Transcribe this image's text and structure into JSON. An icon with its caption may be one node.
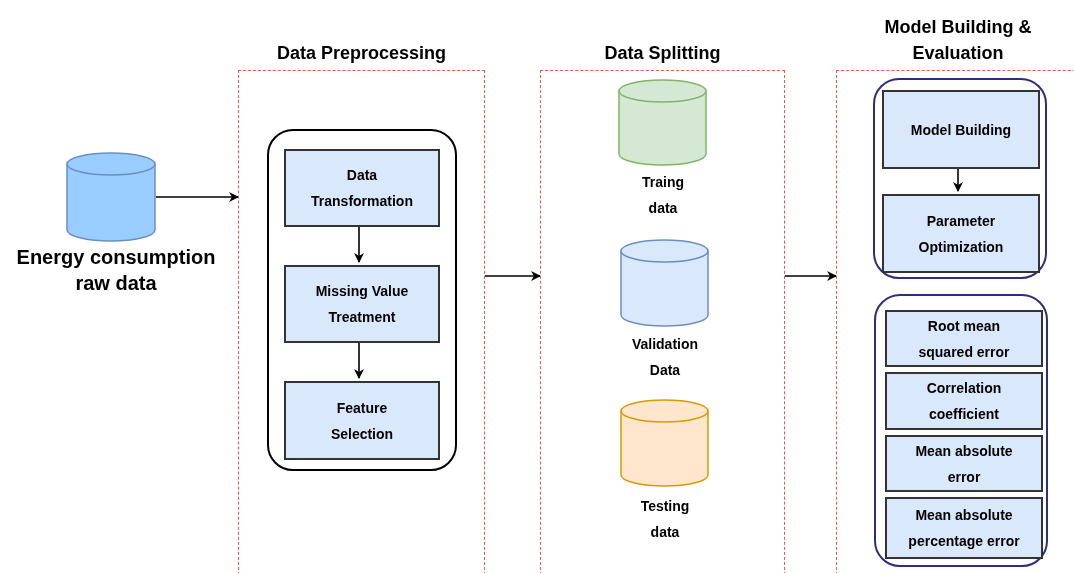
{
  "diagram": {
    "nodes": [
      {
        "text": [],
        "shape": "cylinder",
        "beside": [
          "Energy consumption raw data"
        ]
      },
      {
        "text": [
          "Data Preprocessing"
        ]
      },
      {
        "text": [],
        "shape": "box",
        "in": 1
      },
      {
        "text": [
          "Data Transformation"
        ],
        "in": 2
      },
      {
        "text": [
          "Missing Value Treatment"
        ],
        "in": 2
      },
      {
        "text": [
          "Feature Selection"
        ],
        "in": 2
      },
      {
        "text": [
          "Data Splitting"
        ]
      },
      {
        "text": [],
        "shape": "cylinder",
        "in": 6,
        "beside": [
          "Traing data"
        ]
      },
      {
        "text": [],
        "shape": "cylinder",
        "in": 6,
        "beside": [
          "Validation Data"
        ]
      },
      {
        "text": [],
        "shape": "cylinder",
        "in": 6,
        "beside": [
          "Testing data"
        ]
      },
      {
        "text": [
          "Model Building & Evaluation"
        ]
      },
      {
        "text": [],
        "shape": "box",
        "in": 10
      },
      {
        "text": [
          "Model Building"
        ],
        "in": 11
      },
      {
        "text": [
          "Parameter Optimization"
        ],
        "in": 11
      },
      {
        "text": [],
        "shape": "box",
        "in": 10
      },
      {
        "text": [
          "Root mean squared error"
        ],
        "in": 14
      },
      {
        "text": [
          "Correlation coefficient"
        ],
        "in": 14
      },
      {
        "text": [
          "Mean absolute error"
        ],
        "in": 14
      },
      {
        "text": [
          "Mean absolute percentage error"
        ],
        "in": 14
      }
    ],
    "edges": [
      {
        "from": 0,
        "to": 1,
        "arrow": "to"
      },
      {
        "from": 3,
        "to": 4,
        "arrow": "to"
      },
      {
        "from": 4,
        "to": 5,
        "arrow": "to"
      },
      {
        "from": 1,
        "to": 6,
        "arrow": "to"
      },
      {
        "from": 6,
        "to": 10,
        "arrow": "to"
      },
      {
        "from": 12,
        "to": 13,
        "arrow": "to"
      }
    ]
  }
}
